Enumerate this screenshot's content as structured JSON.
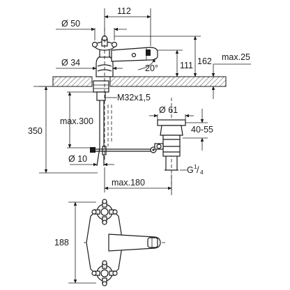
{
  "dimensions": {
    "width_total": "112",
    "handle_dia": "Ø 50",
    "body_dia": "Ø 34",
    "angle": "20°",
    "height_spout": "111",
    "height_total": "162",
    "max_deck": "max.25",
    "thread": "M32x1,5",
    "waste_dia": "Ø 61",
    "waste_range": "40-55",
    "connection_g": "G",
    "connection_frac_num": "1",
    "connection_frac_den": "4",
    "tail_max": "max.300",
    "overall_height": "350",
    "tail_dia": "Ø 10",
    "rod_max": "max.180",
    "top_view_height": "188"
  }
}
